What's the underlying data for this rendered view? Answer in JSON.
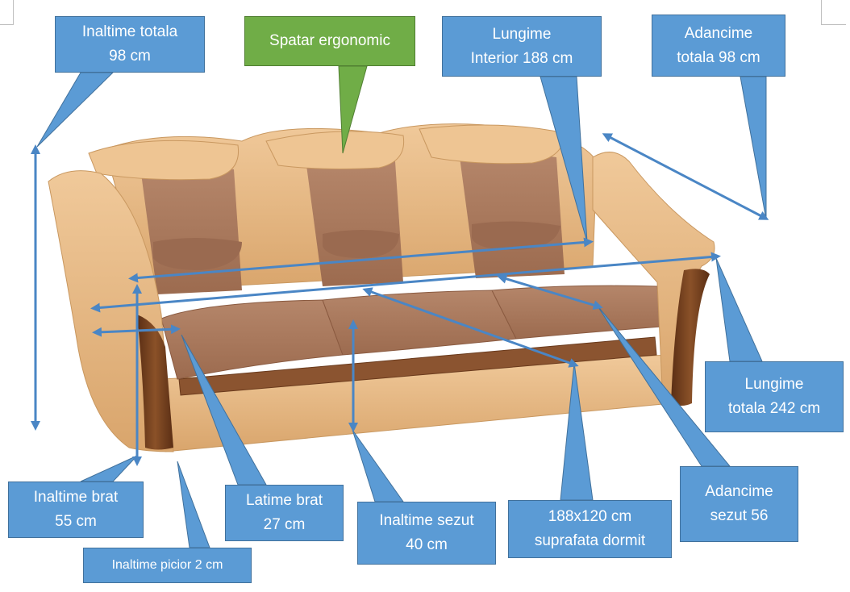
{
  "callouts": {
    "inaltime_totala": {
      "line1": "Inaltime totala",
      "line2": "98 cm"
    },
    "spatar": {
      "line1": "Spatar ergonomic"
    },
    "lungime_interior": {
      "line1": "Lungime",
      "line2": "Interior 188 cm"
    },
    "adancime_totala": {
      "line1": "Adancime",
      "line2": "totala 98 cm"
    },
    "lungime_totala": {
      "line1": "Lungime",
      "line2": "totala 242 cm"
    },
    "inaltime_brat": {
      "line1": "Inaltime brat",
      "line2": "55 cm"
    },
    "latime_brat": {
      "line1": "Latime brat",
      "line2": "27 cm"
    },
    "inaltime_sezut": {
      "line1": "Inaltime sezut",
      "line2": "40 cm"
    },
    "suprafata_dormit": {
      "line1": "188x120 cm",
      "line2": "suprafata dormit"
    },
    "adancime_sezut": {
      "line1": "Adancime",
      "line2": "sezut 56"
    },
    "inaltime_picior": {
      "line1": "Inaltime picior 2 cm"
    }
  },
  "colors": {
    "callout_blue": "#5b9bd5",
    "callout_green": "#70ad47",
    "leather": "#e2b27c",
    "fabric": "#a9785a",
    "wood": "#7a4524"
  },
  "icons": [
    "sofa-image",
    "dimension-arrow"
  ]
}
